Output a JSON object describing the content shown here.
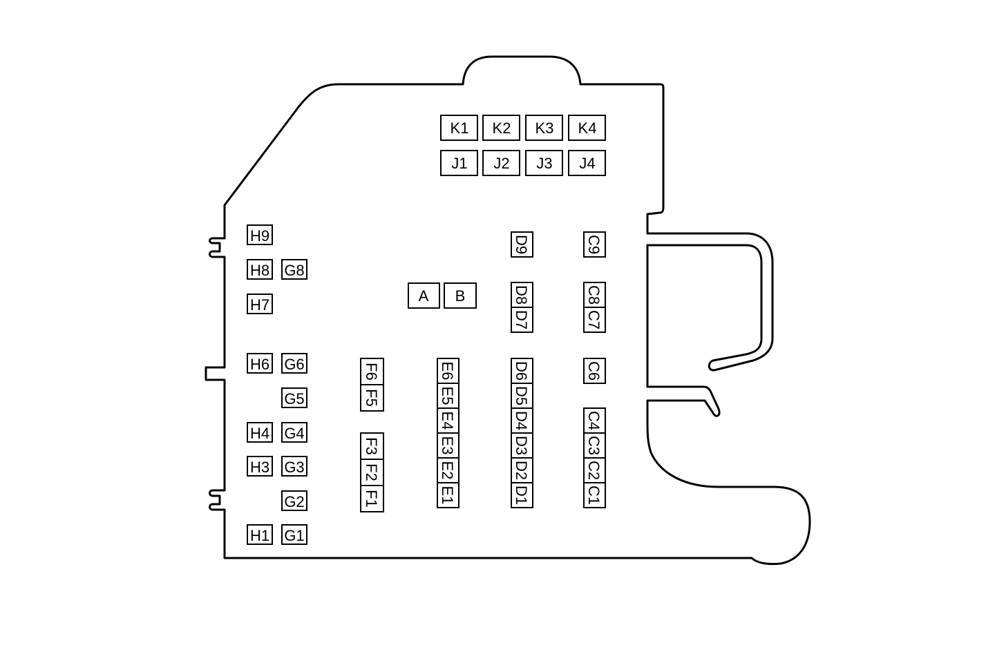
{
  "diagram": {
    "colors": {
      "line": "#000000",
      "background": "#ffffff"
    },
    "labels": {
      "k1": "K1",
      "k2": "K2",
      "k3": "K3",
      "k4": "K4",
      "j1": "J1",
      "j2": "J2",
      "j3": "J3",
      "j4": "J4",
      "h9": "H9",
      "h8": "H8",
      "g8": "G8",
      "h7": "H7",
      "h6": "H6",
      "g6": "G6",
      "g5": "G5",
      "h4": "H4",
      "g4": "G4",
      "h3": "H3",
      "g3": "G3",
      "g2": "G2",
      "h1": "H1",
      "g1": "G1",
      "a": "A",
      "b": "B",
      "f6": "F6",
      "f5": "F5",
      "f3": "F3",
      "f2": "F2",
      "f1": "F1",
      "e6": "E6",
      "e5": "E5",
      "e4": "E4",
      "e3": "E3",
      "e2": "E2",
      "e1": "E1",
      "d9": "D9",
      "d8": "D8",
      "d7": "D7",
      "d6": "D6",
      "d5": "D5",
      "d4": "D4",
      "d3": "D3",
      "d2": "D2",
      "d1": "D1",
      "c9": "C9",
      "c8": "C8",
      "c7": "C7",
      "c6": "C6",
      "c4": "C4",
      "c3": "C3",
      "c2": "C2",
      "c1": "C1"
    }
  }
}
